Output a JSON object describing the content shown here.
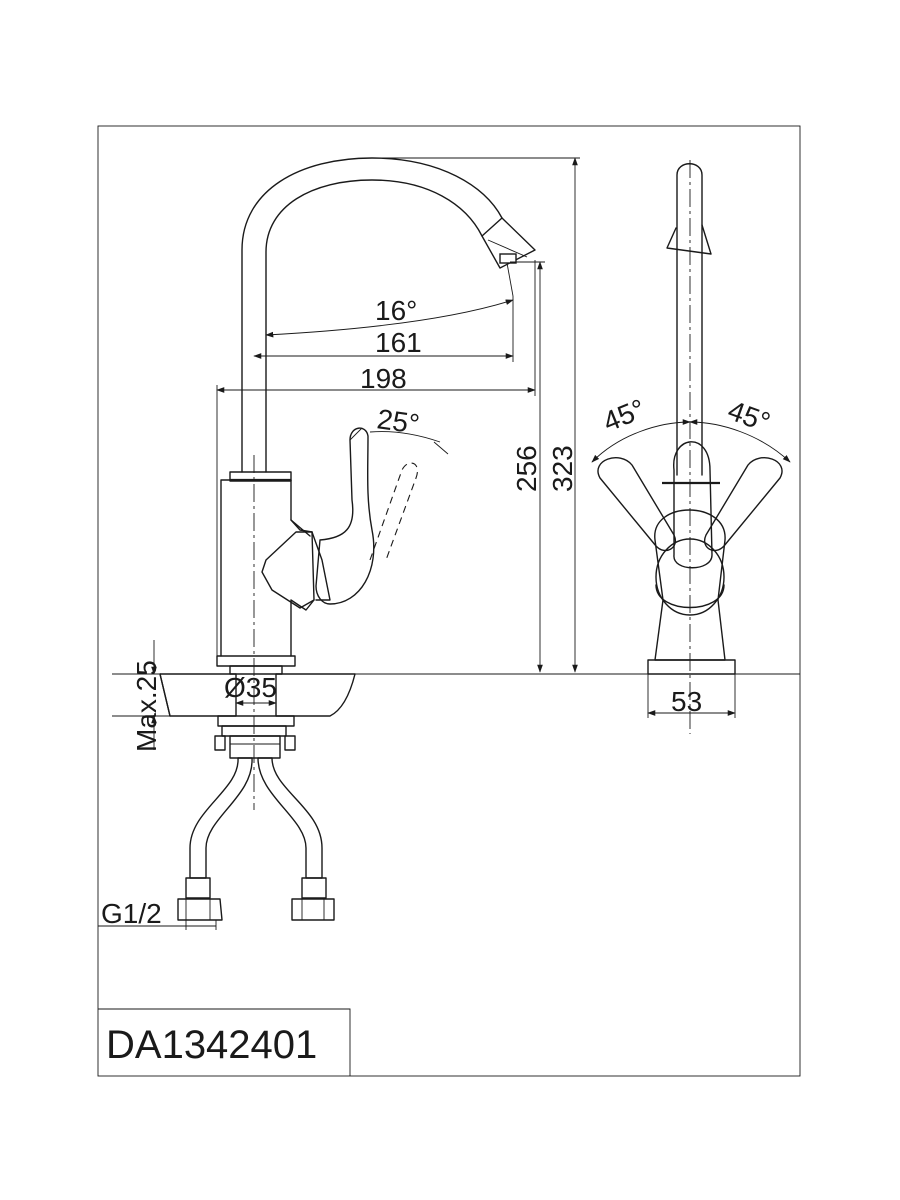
{
  "dimensions": {
    "spout_angle": "16°",
    "reach_inner": "161",
    "reach_outer": "198",
    "lever_angle": "25°",
    "height_spout": "256",
    "height_total": "323",
    "deck_max": "Max.25",
    "hole_diameter": "Ø35",
    "side_angle_left": "45°",
    "side_angle_right": "45°",
    "base_width": "53",
    "thread": "G1/2"
  },
  "model_code": "DA1342401"
}
